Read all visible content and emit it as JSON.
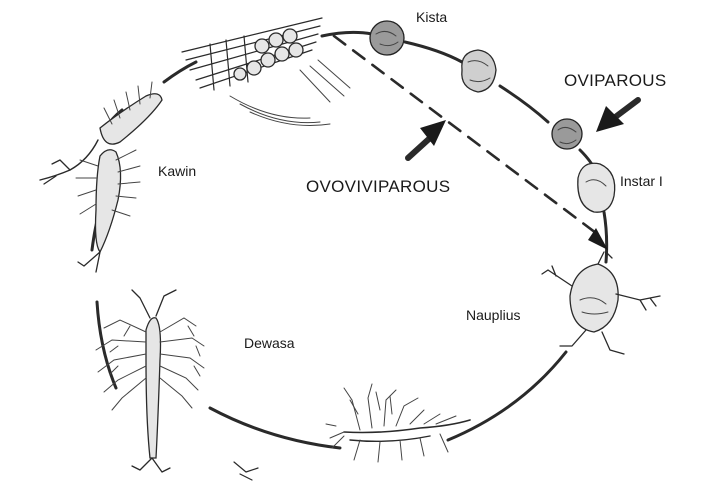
{
  "labels": {
    "kista": "Kista",
    "oviparous": "OVIPAROUS",
    "ovoviviparous": "OVOVIVIPAROUS",
    "instar": "Instar I",
    "kawin": "Kawin",
    "nauplius": "Nauplius",
    "dewasa": "Dewasa"
  },
  "icons": {
    "cyst": "cyst-icon",
    "egg_cluster": "egg-cluster-icon",
    "instar_larva": "instar-larva-icon",
    "nauplius": "nauplius-larva-icon",
    "juvenile": "juvenile-shrimp-icon",
    "adult": "adult-shrimp-icon",
    "mating": "mating-pair-icon",
    "arrow": "arrow-icon"
  },
  "colors": {
    "ink": "#2a2a2a",
    "background": "#ffffff"
  }
}
